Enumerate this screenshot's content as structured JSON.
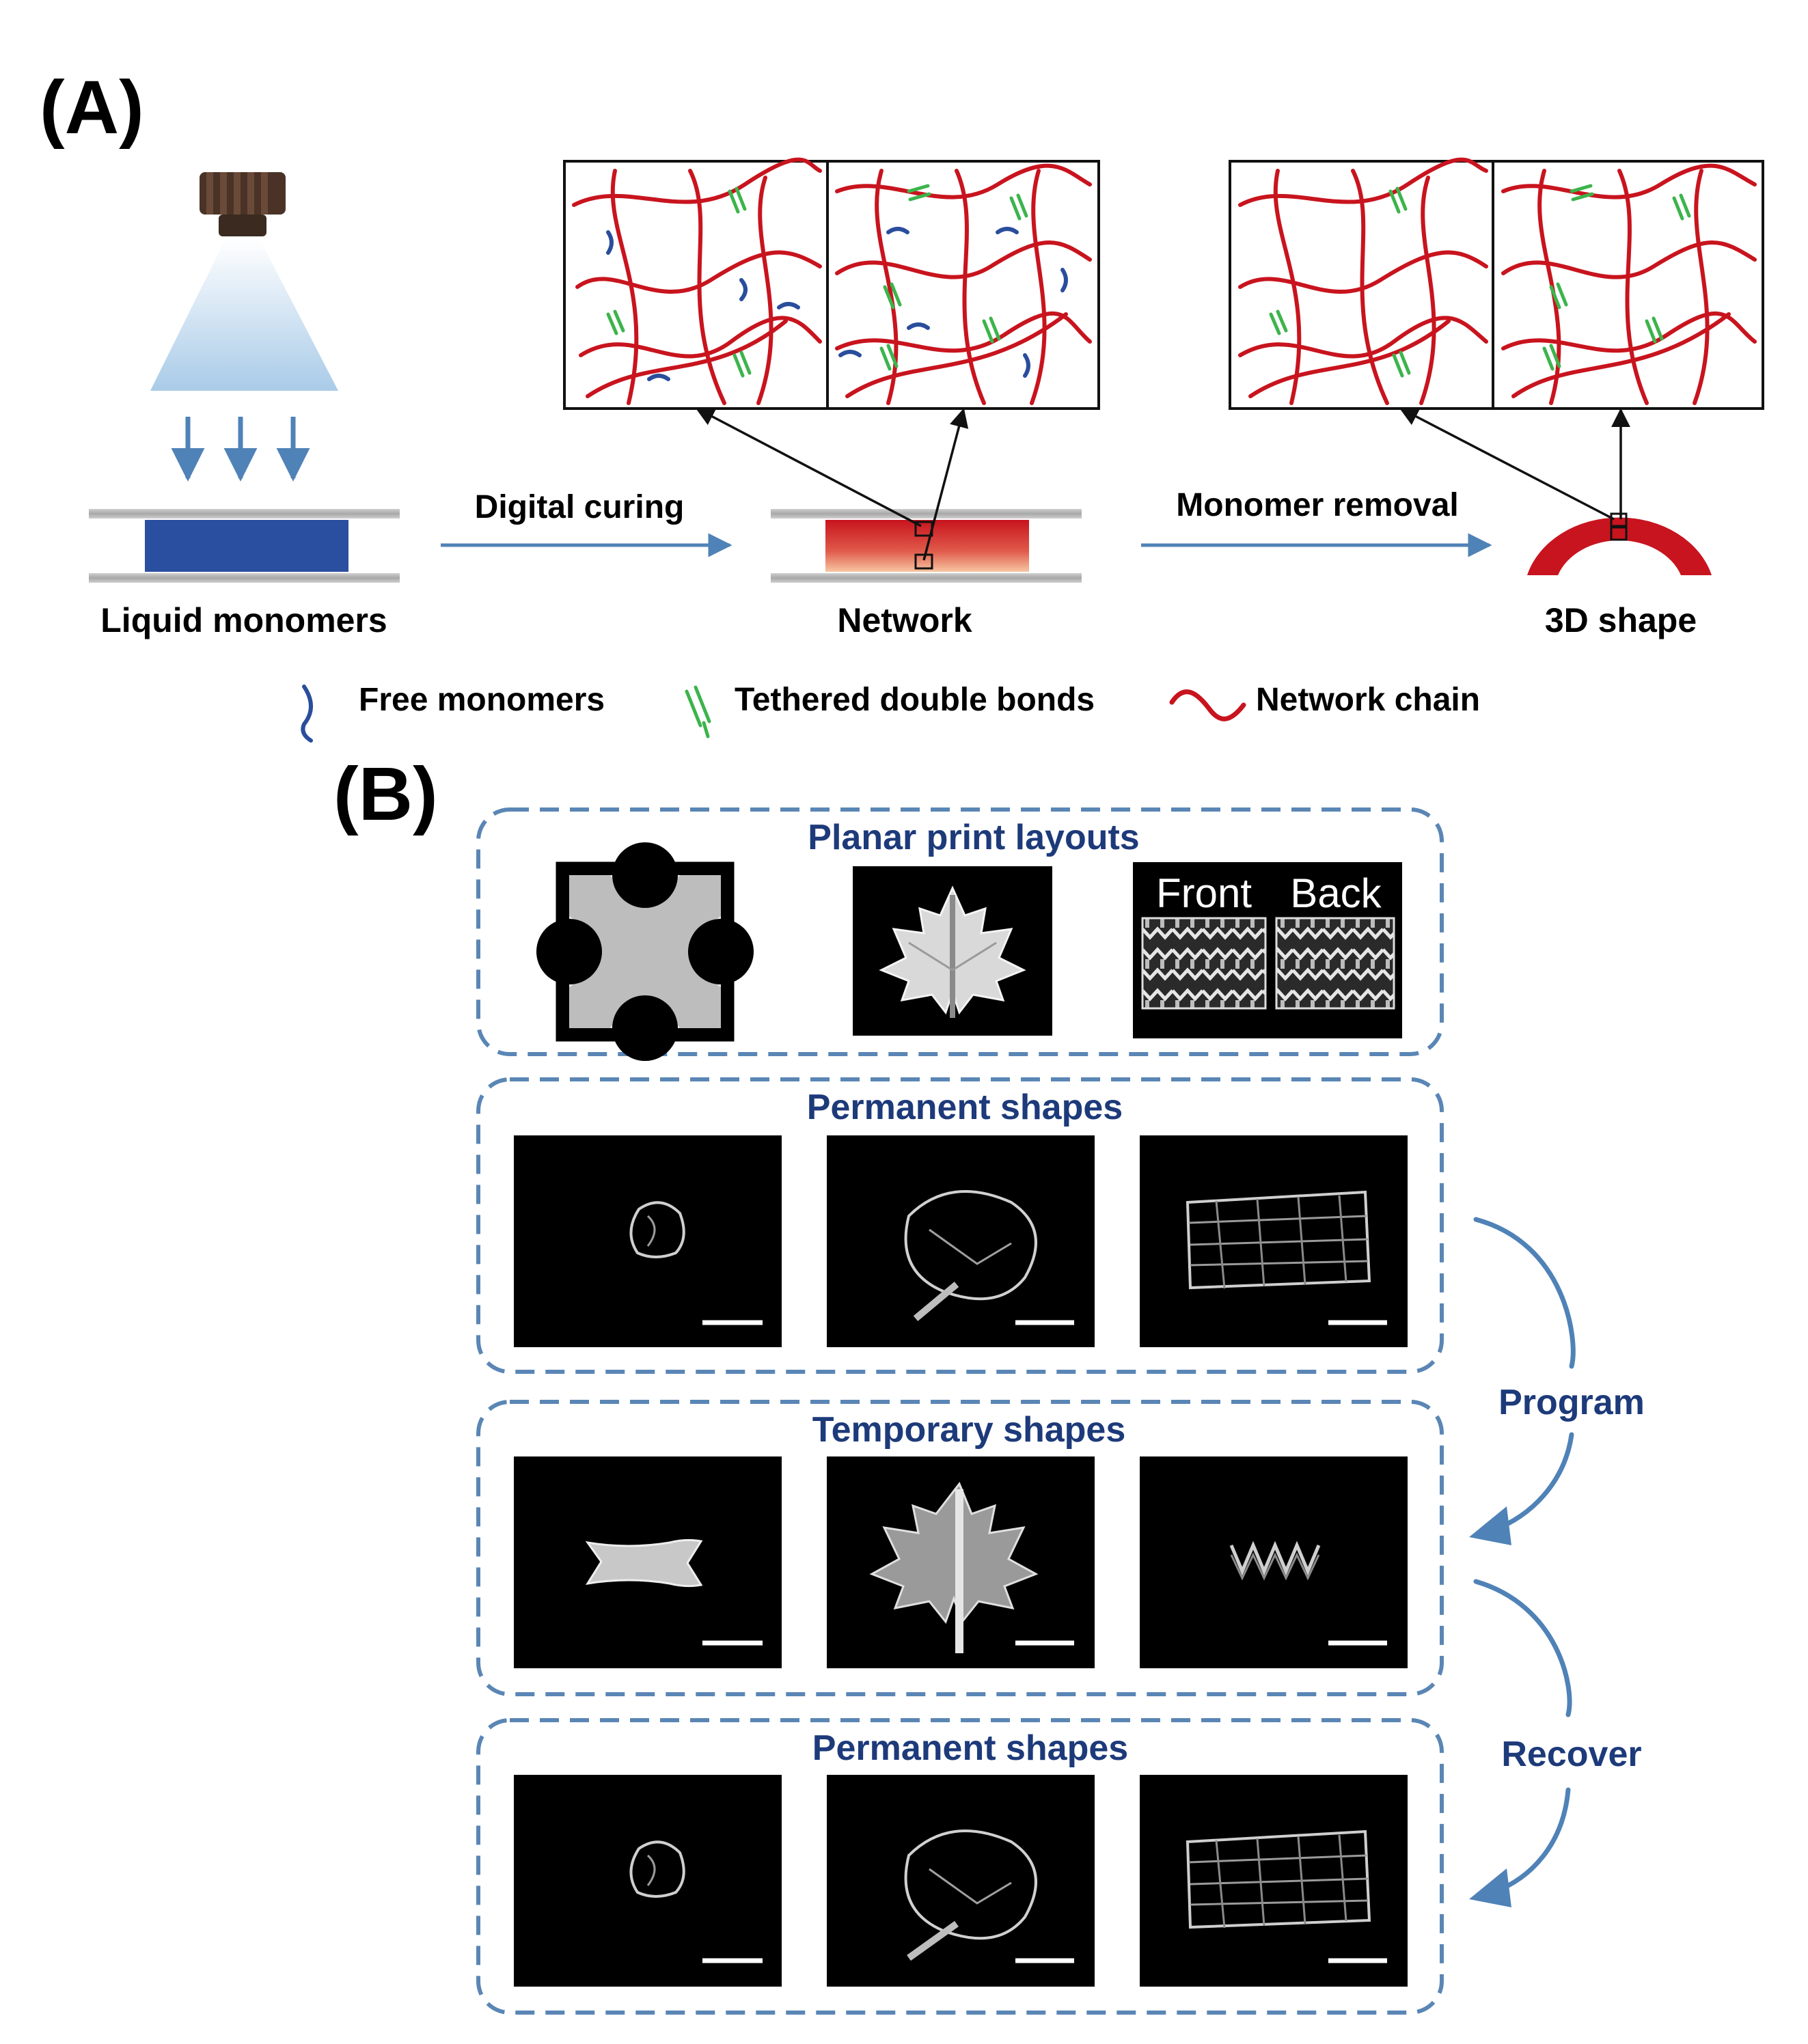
{
  "panel_a": {
    "label": "(A)",
    "stages": {
      "liquid": "Liquid monomers",
      "network": "Network",
      "shape3d": "3D shape"
    },
    "steps": {
      "curing": "Digital curing",
      "removal": "Monomer removal"
    },
    "legend": {
      "free": "Free monomers",
      "tethered": "Tethered double bonds",
      "chain": "Network chain"
    }
  },
  "panel_b": {
    "label": "(B)",
    "rows": {
      "planar": "Planar print layouts",
      "permanent1": "Permanent shapes",
      "temporary": "Temporary shapes",
      "permanent2": "Permanent shapes"
    },
    "layout_labels": {
      "front": "Front",
      "back": "Back"
    },
    "arrows": {
      "program": "Program",
      "recover": "Recover"
    }
  },
  "colors": {
    "chain": "#c8141e",
    "monomer": "#2a4d9c",
    "tethered": "#3cb44b",
    "arrow_blue": "#4f82b7",
    "box_dash": "#5a86b5",
    "row_title": "#1d3a7a",
    "liquid_block": "#2b4fa0"
  }
}
